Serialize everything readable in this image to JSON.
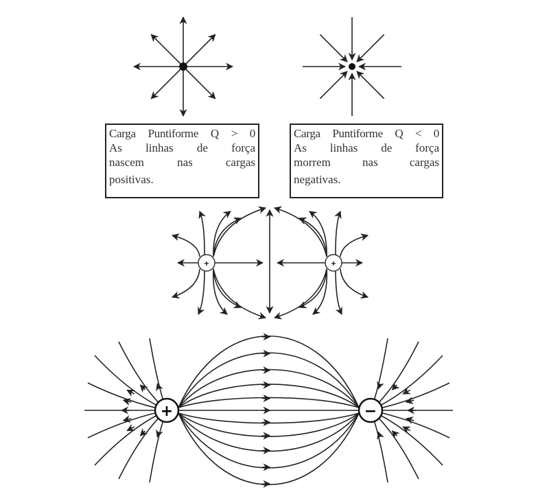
{
  "boxes": [
    {
      "title": "Carga Puntiforme Q > 0",
      "lines": [
        "As linhas de força",
        "nascem nas cargas",
        "positivas."
      ]
    },
    {
      "title": "Carga Puntiforme Q < 0",
      "lines": [
        "As linhas de força",
        "morrem nas cargas",
        "negativas."
      ]
    }
  ],
  "charges": {
    "positive": "+",
    "negative": "−"
  },
  "colors": {
    "ink": "#222222"
  }
}
